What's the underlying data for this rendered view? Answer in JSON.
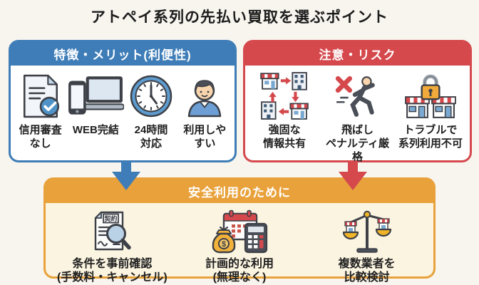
{
  "title": "アトペイ系列の先払い買取を選ぶポイント",
  "colors": {
    "blue": "#3e7db7",
    "red": "#d5494d",
    "orange": "#e9a23b",
    "background": "#f8f5ef",
    "cream_body": "#fbf4e1"
  },
  "merit_box": {
    "header": "特徴・メリット(利便性)",
    "items": [
      {
        "icon": "document-check-icon",
        "label": "信用審査\nなし"
      },
      {
        "icon": "phone-laptop-icon",
        "label": "WEB完結"
      },
      {
        "icon": "clock-icon",
        "label": "24時間\n対応"
      },
      {
        "icon": "person-icon",
        "label": "利用しや\nすい"
      }
    ]
  },
  "risk_box": {
    "header": "注意・リスク",
    "items": [
      {
        "icon": "stores-network-icon",
        "label": "強固な\n情報共有"
      },
      {
        "icon": "runner-x-icon",
        "label": "飛ばし\nペナルティ厳格"
      },
      {
        "icon": "locked-stores-icon",
        "label": "トラブルで\n系列利用不可"
      }
    ]
  },
  "safety_box": {
    "header": "安全利用のために",
    "items": [
      {
        "icon": "contract-magnifier-icon",
        "icon_text": "契約",
        "label": "条件を事前確認\n(手数料・キャンセル)"
      },
      {
        "icon": "moneybag-calendar-calculator-icon",
        "icon_text": "$",
        "label": "計画的な利用\n(無理なく)"
      },
      {
        "icon": "compare-scale-icon",
        "label": "複数業者を\n比較検討"
      }
    ]
  }
}
